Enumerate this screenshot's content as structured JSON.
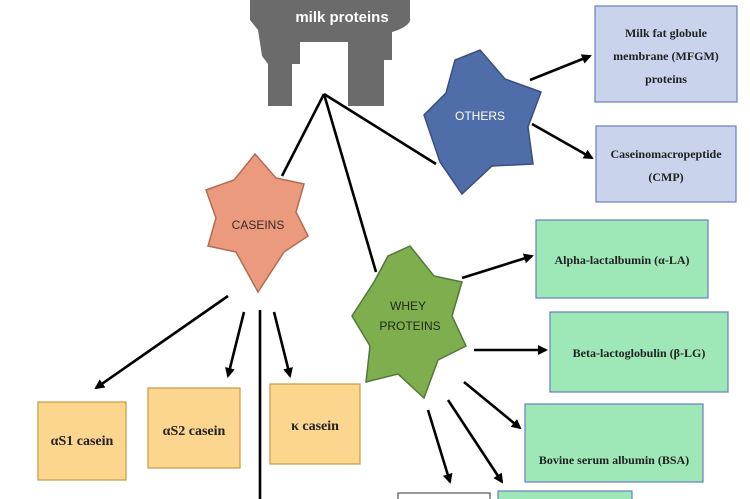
{
  "colors": {
    "cow": "#6b6b6b",
    "line": "#000000",
    "others_star": "#4f6da8",
    "caseins_star": "#eb9a7e",
    "whey_star": "#7fae4f",
    "mfgm_box": "#c9d3ec",
    "green_box": "#9ee8b8",
    "orange_box": "#fcd58f",
    "box_border": "#6a7fbf",
    "orange_border": "#c89a3e"
  },
  "root": {
    "label": "milk proteins"
  },
  "groups": {
    "others": "OTHERS",
    "caseins": "CASEINS",
    "whey": {
      "line1": "WHEY",
      "line2": "PROTEINS"
    }
  },
  "others_items": {
    "mfgm": {
      "line1": "Milk fat globule",
      "line2": "membrane (MFGM)",
      "line3": "proteins"
    },
    "cmp": {
      "line1": "Caseinomacropeptide",
      "line2": "(CMP)"
    }
  },
  "whey_items": {
    "ala": "Alpha-lactalbumin (α-LA)",
    "blg": "Beta-lactoglobulin (β-LG)",
    "bsa": "Bovine serum albumin (BSA)"
  },
  "casein_items": {
    "as1": "αS1 casein",
    "as2": "αS2 casein",
    "k": "κ casein"
  }
}
